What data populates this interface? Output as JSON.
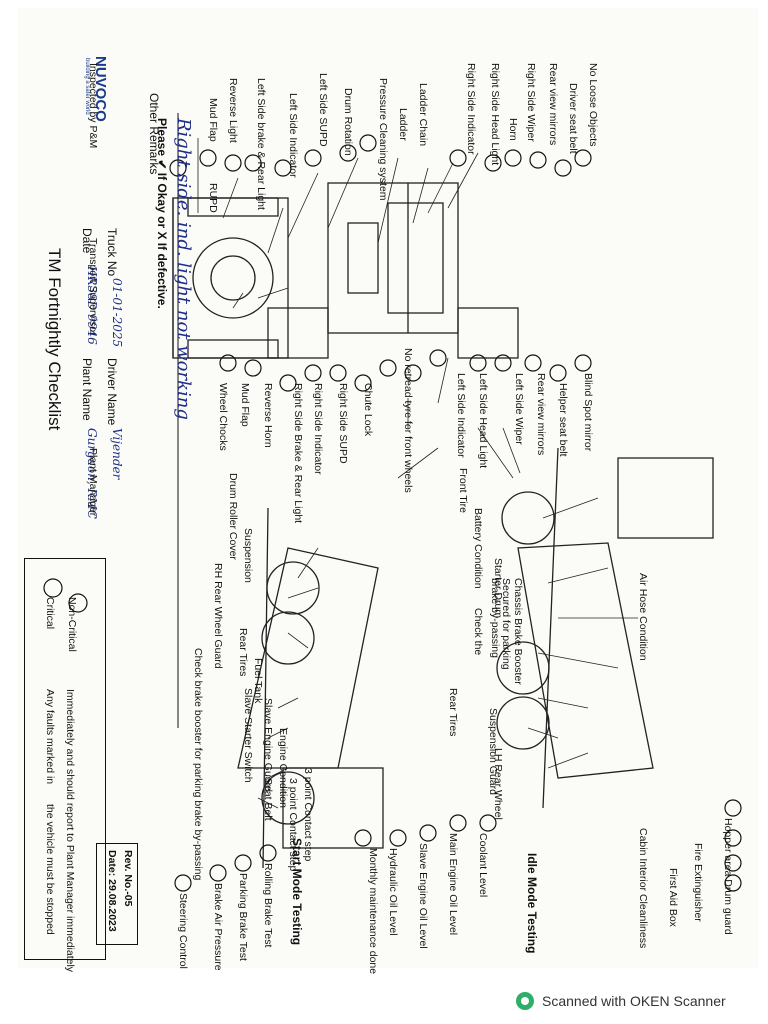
{
  "header": {
    "logo_text": "NUVOCO",
    "logo_tagline": "building a safer world",
    "title": "TM Fortnightly Checklist",
    "date_label": "Date",
    "date_value": "HR38D 9946",
    "plant_label": "Plant Name",
    "plant_value": "Gurgaon, RMC",
    "truck_label": "Truck No",
    "truck_value": "01-01-2025",
    "driver_label": "Driver Name",
    "driver_value": "Vijender",
    "instruction": "Please ✔ If Okay or X If defective.",
    "legend_critical": "Critical",
    "legend_noncritical": "Non-Critical",
    "notice_a": "Any faults marked in",
    "notice_b": "the vehicle must be stopped",
    "notice_c": "Immediately and should report to Plant Manager immediately"
  },
  "left_items": [
    "No Loose Objects",
    "Driver seat belt",
    "Rear view mirrors",
    "Right Side Wiper",
    "Horn",
    "Right Side Head Light",
    "Right Side Indicator",
    "Ladder Chain",
    "Ladder",
    "Pressure Cleaning system",
    "Drum Rotation",
    "Left Side SUPD",
    "Left Side Indicator",
    "Left Side brake & Rear Light",
    "Reverse Light",
    "Mud Flap",
    "RUPD"
  ],
  "right_items": [
    "Blind Spot mirror",
    "Helper seat belt",
    "Rear view mirrors",
    "Left Side Wiper",
    "Left Side Head Light",
    "Left Side Indicator",
    "No retread tyre for front wheels",
    "Chute Lock",
    "Right Side SUPD",
    "Right Side Indicator",
    "Right Side Brake & Rear Light",
    "Reverse Horn",
    "Mud Flap",
    "Wheel Chocks"
  ],
  "side_view_upper": [
    "Air Hose Condition",
    "Front Tire",
    "Battery Condition",
    "Starter Drum",
    "Chassis Brake Booster Secured for parking brake by-passing",
    "Check the",
    "Rear Tires",
    "Suspension Guard",
    "LH Rear Wheel",
    "3 point Contact step"
  ],
  "side_view_lower": [
    "Drum Roller Cover",
    "Suspension",
    "RH Rear Wheel Guard",
    "Rear Tires",
    "Fuel Tank",
    "Slave Starter Switch",
    "Slave Engine Guard",
    "Engine Condition",
    "Seat Belt",
    "3 point Contact step",
    "Check brake booster for parking brake by-passing"
  ],
  "idle_mode": {
    "title": "Idle Mode Testing",
    "items": [
      "Hopper area Drum guard",
      "Fire Extinguisher",
      "First Aid Box",
      "Cabin Interior Cleanliness",
      "Coolant Level",
      "Main Engine Oil Level",
      "Slave Engine Oil Level",
      "Hydraulic Oil Level",
      "Monthly maintenance done"
    ]
  },
  "start_mode": {
    "title": "Start Mode Testing",
    "items": [
      "Rolling Brake Test",
      "Parking Brake Test",
      "Brake Air Pressure",
      "Steering Control"
    ]
  },
  "footer": {
    "other_remarks_label": "Other Remarks",
    "remarks_value": "Right side. ind. light not working",
    "inspected_by": "Inspected by P&M",
    "transport_supervisor": "Transport Supervisor",
    "plant_manager": "Plant Manager",
    "rev_no": "Rev. No.-05",
    "rev_date": "Date: 29.08.2023"
  },
  "scanner": {
    "text": "Scanned with OKEN Scanner"
  },
  "colors": {
    "ink": "#1f2f88",
    "print": "#111111",
    "paper": "#fbfbf8",
    "scanner_green": "#2fae6a"
  }
}
